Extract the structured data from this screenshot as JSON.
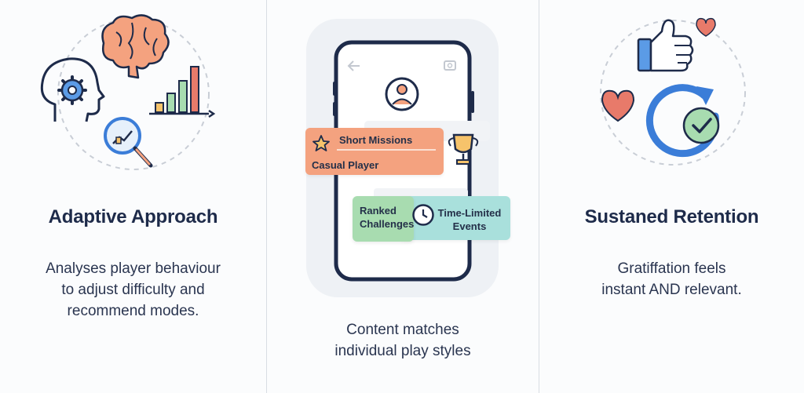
{
  "panels": [
    {
      "title": "Adaptive Approach",
      "description_lines": [
        "Analyses player behaviour",
        "to adjust difficulty and",
        "recommend modes."
      ]
    },
    {
      "caption_lines": [
        "Content matches",
        "individual play styles"
      ],
      "phone": {
        "cards": {
          "short_missions": "Short Missions",
          "casual_player": "Casual Player",
          "ranked_challenges": [
            "Ranked",
            "Challenges"
          ],
          "time_limited_events": [
            "Time-Limited",
            "Events"
          ]
        }
      }
    },
    {
      "title": "Sustaned Retention",
      "description_lines": [
        "Gratiffation feels",
        "instant AND relevant."
      ]
    }
  ],
  "icons": {
    "left": [
      "head-gear-icon",
      "brain-icon",
      "bar-chart-icon",
      "magnifier-icon"
    ],
    "middle": [
      "back-arrow-icon",
      "camera-icon",
      "user-avatar-icon",
      "star-icon",
      "trophy-icon",
      "clock-icon"
    ],
    "right": [
      "thumbs-up-icon",
      "heart-icon",
      "refresh-check-icon"
    ]
  },
  "colors": {
    "navy": "#1e2b4a",
    "orange_card": "#f4a27f",
    "green_card": "#a8dcb0",
    "teal_card": "#a9e0dc",
    "accent_blue": "#3b7dd8",
    "heart_red": "#e87a6a"
  }
}
